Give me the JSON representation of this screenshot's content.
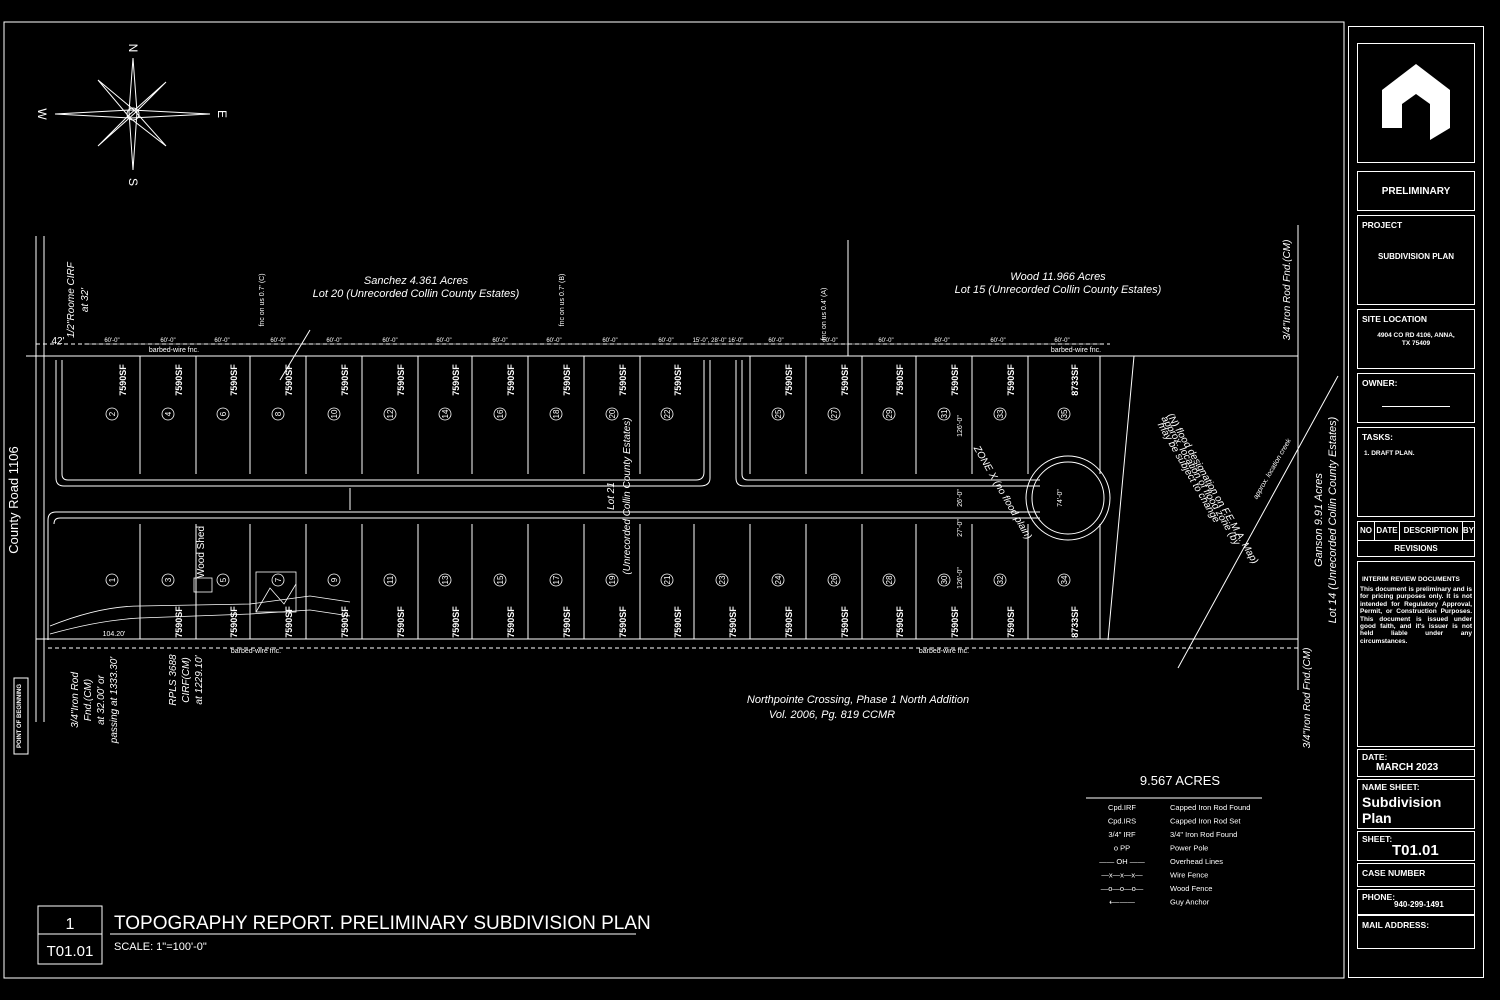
{
  "compass": {
    "n": "N",
    "e": "E",
    "s": "S",
    "w": "W"
  },
  "neighbors": {
    "north_left_name": "Sanchez 4.361  Acres",
    "north_left_lot": "Lot 20 (Unrecorded Collin County Estates)",
    "north_right_name": "Wood 11.966 Acres",
    "north_right_lot": "Lot 15 (Unrecorded Collin County Estates)",
    "south_name": "Northpointe Crossing, Phase 1 North Addition",
    "south_vol": "Vol. 2006, Pg. 819 CCMR",
    "east_name": "Ganson 9.91 Acres",
    "east_lot": "Lot 14 (Unrecorded Collin County Estates)",
    "center_lot": "Lot 21",
    "center_lot_sub": "(Unrecorded Collin County Estates)"
  },
  "road": {
    "name": "County Road 1106"
  },
  "labels": {
    "point_of_beginning": "POINT OF BEGINNING",
    "barbed_top": "barbed-wire fnc.",
    "barbed_top_right": "barbed-wire fnc.",
    "barbed_bottom_left": "barbed-wire fnc.",
    "barbed_bottom_right": "barbed-wire fnc.",
    "wood_shed": "Wood Shed",
    "iron_rod_top_right": "3/4\"Iron Rod Fnd.(CM)",
    "iron_rod_bottom_right": "3/4\"Iron Rod Fnd.(CM)",
    "iron_rod_left_1": "3/4\"Iron Rod",
    "iron_rod_left_2": "Fnd.(CM)",
    "iron_rod_left_3": "at 32.00' or",
    "iron_rod_left_4": "passing at 1333.30'",
    "rpls_1": "RPLS 3688",
    "rpls_2": "CIRF(CM)",
    "rpls_3": "at 1229.10'",
    "rome_1": "1/2\"Roome CIRF",
    "rome_2": "at 32'",
    "dim_42": "42'",
    "dim_104": "104.20'",
    "fnc_c": "fnc on us 0.7' (C)",
    "fnc_b": "fnc on us 0.7' (B)",
    "fnc_a": "fnc on us 0.4' (A)",
    "flood_1": "(N) flood designation on F.E.M.A. Map)",
    "flood_2": "approx. location of flood zone (by",
    "flood_3": "may be subject to change",
    "flood_approx": "approx. location creek",
    "zone_x": "ZONE X (no flood plain)",
    "cul_de_sac": "74'-0\"",
    "dim_262": "26'-0\"",
    "dim_270": "27'-0\"",
    "dim_1260a": "126'-0\"",
    "dim_1260b": "126'-0\""
  },
  "top_dims": [
    "60'-0\"",
    "60'-0\"",
    "60'-0\"",
    "60'-0\"",
    "60'-0\"",
    "60'-0\"",
    "60'-0\"",
    "60'-0\"",
    "60'-0\"",
    "60'-0\"",
    "60'-0\"",
    "15'-0\", 28'-0\" 16'-0\"",
    "60'-0\"",
    "60'-0\"",
    "60'-0\"",
    "60'-0\"",
    "60'-0\"",
    "60'-0\""
  ],
  "lots_top": [
    {
      "num": "2",
      "sf": "7590SF"
    },
    {
      "num": "4",
      "sf": "7590SF"
    },
    {
      "num": "6",
      "sf": "7590SF"
    },
    {
      "num": "8",
      "sf": "7590SF"
    },
    {
      "num": "10",
      "sf": "7590SF"
    },
    {
      "num": "12",
      "sf": "7590SF"
    },
    {
      "num": "14",
      "sf": "7590SF"
    },
    {
      "num": "16",
      "sf": "7590SF"
    },
    {
      "num": "18",
      "sf": "7590SF"
    },
    {
      "num": "20",
      "sf": "7590SF"
    },
    {
      "num": "22",
      "sf": "7590SF"
    },
    {
      "num": "25",
      "sf": "7590SF"
    },
    {
      "num": "27",
      "sf": "7590SF"
    },
    {
      "num": "29",
      "sf": "7590SF"
    },
    {
      "num": "31",
      "sf": "7590SF"
    },
    {
      "num": "33",
      "sf": "7590SF"
    },
    {
      "num": "35",
      "sf": "8733SF"
    }
  ],
  "lots_bottom": [
    {
      "num": "1",
      "sf": ""
    },
    {
      "num": "3",
      "sf": "7590SF"
    },
    {
      "num": "5",
      "sf": "7590SF"
    },
    {
      "num": "7",
      "sf": "7590SF"
    },
    {
      "num": "9",
      "sf": "7590SF"
    },
    {
      "num": "11",
      "sf": "7590SF"
    },
    {
      "num": "13",
      "sf": "7590SF"
    },
    {
      "num": "15",
      "sf": "7590SF"
    },
    {
      "num": "17",
      "sf": "7590SF"
    },
    {
      "num": "19",
      "sf": "7590SF"
    },
    {
      "num": "21",
      "sf": "7590SF"
    },
    {
      "num": "23",
      "sf": "7590SF"
    },
    {
      "num": "24",
      "sf": "7590SF"
    },
    {
      "num": "26",
      "sf": "7590SF"
    },
    {
      "num": "28",
      "sf": "7590SF"
    },
    {
      "num": "30",
      "sf": "7590SF"
    },
    {
      "num": "32",
      "sf": "7590SF"
    },
    {
      "num": "34",
      "sf": "8733SF"
    }
  ],
  "legend": {
    "acres": "9.567 ACRES",
    "items": [
      {
        "sym": "Cpd.IRF",
        "desc": "Capped Iron Rod Found"
      },
      {
        "sym": "Cpd.IRS",
        "desc": "Capped Iron Rod Set"
      },
      {
        "sym": "3/4\" IRF",
        "desc": "3/4\" Iron Rod Found"
      },
      {
        "sym": "o  PP",
        "desc": "Power Pole"
      },
      {
        "sym": "—— OH ——",
        "desc": "Overhead Lines"
      },
      {
        "sym": "—x—x—x—",
        "desc": "Wire Fence"
      },
      {
        "sym": "—o—o—o—",
        "desc": "Wood Fence"
      },
      {
        "sym": "⟵——",
        "desc": "Guy Anchor"
      }
    ]
  },
  "sheet_label": {
    "number": "1",
    "sheet": "T01.01",
    "title": "TOPOGRAPHY REPORT.  PRELIMINARY SUBDIVISION PLAN",
    "scale": "SCALE:  1\"=100'-0\""
  },
  "title_block": {
    "status": "PRELIMINARY",
    "project_label": "PROJECT",
    "project_value": "SUBDIVISION PLAN",
    "site_label": "SITE LOCATION",
    "site_value_1": "4904 CO RD 4106, ANNA,",
    "site_value_2": "TX 75409",
    "owner_label": "OWNER:",
    "tasks_label": "TASKS:",
    "task_1": "1.    DRAFT PLAN.",
    "rev_no": "NO",
    "rev_date": "DATE",
    "rev_desc": "DESCRIPTION",
    "rev_by": "BY",
    "revisions": "REVISIONS",
    "interim_title": "INTERIM REVIEW DOCUMENTS",
    "interim_text": "This document is preliminary and is for pricing purposes only. It is not intended for Regulatory Approval, Permit, or Construction Purposes. This document is issued under good faith, and it's issuer is not held liable under any circumstances.",
    "date_label": "DATE:",
    "date_value": "MARCH 2023",
    "name_sheet_label": "NAME SHEET:",
    "name_sheet_value": "Subdivision Plan",
    "sheet_label": "SHEET:",
    "sheet_value": "T01.01",
    "case_label": "CASE NUMBER",
    "phone_label": "PHONE:",
    "phone_value": "940-299-1491",
    "mail_label": "MAIL ADDRESS:"
  }
}
